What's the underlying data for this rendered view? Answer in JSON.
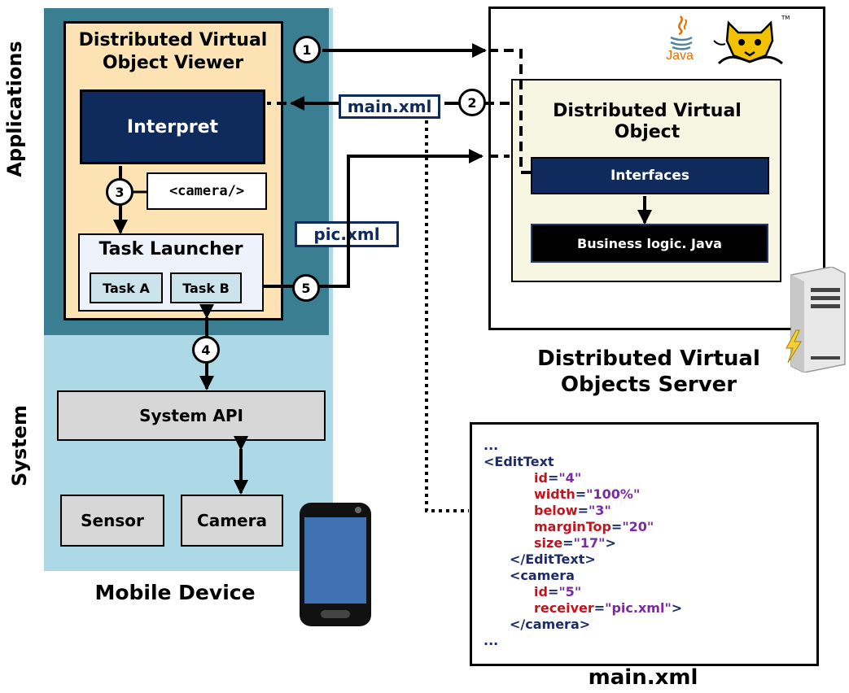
{
  "side_labels": {
    "applications": "Applications",
    "system": "System"
  },
  "mobile": {
    "viewer_title": "Distributed Virtual Object Viewer",
    "interpret": "Interpret",
    "camera_tag": "<camera/>",
    "task_launcher": "Task Launcher",
    "task_a": "Task A",
    "task_b": "Task B",
    "system_api": "System API",
    "sensor": "Sensor",
    "camera": "Camera",
    "label": "Mobile Device"
  },
  "server": {
    "java_logo_text": "Java",
    "dvo_title": "Distributed Virtual Object",
    "interfaces": "Interfaces",
    "business_logic": "Business logic.  Java",
    "label": "Distributed Virtual Objects Server"
  },
  "tags": {
    "main_xml": "main.xml",
    "pic_xml": "pic.xml"
  },
  "steps": [
    "1",
    "2",
    "3",
    "4",
    "5"
  ],
  "code": {
    "label": "main.xml",
    "lines": [
      [
        {
          "t": "...",
          "c": "tag"
        }
      ],
      [
        {
          "t": "<EditText",
          "c": "tag"
        }
      ],
      [
        {
          "t": "id",
          "c": "attr"
        },
        {
          "t": "=",
          "c": "tag"
        },
        {
          "t": "\"4\"",
          "c": "val"
        }
      ],
      [
        {
          "t": "width",
          "c": "attr"
        },
        {
          "t": "=",
          "c": "tag"
        },
        {
          "t": "\"100%\"",
          "c": "val"
        }
      ],
      [
        {
          "t": "below",
          "c": "attr"
        },
        {
          "t": "=",
          "c": "tag"
        },
        {
          "t": "\"3\"",
          "c": "val"
        }
      ],
      [
        {
          "t": "marginTop",
          "c": "attr"
        },
        {
          "t": "=",
          "c": "tag"
        },
        {
          "t": "\"20\"",
          "c": "val"
        }
      ],
      [
        {
          "t": "size",
          "c": "attr"
        },
        {
          "t": "=",
          "c": "tag"
        },
        {
          "t": "\"17\"",
          "c": "val"
        },
        {
          "t": ">",
          "c": "tag"
        }
      ],
      [
        {
          "t": "</EditText>",
          "c": "tag"
        }
      ],
      [
        {
          "t": "<camera",
          "c": "tag"
        }
      ],
      [
        {
          "t": "id",
          "c": "attr"
        },
        {
          "t": "=",
          "c": "tag"
        },
        {
          "t": "\"5\"",
          "c": "val"
        }
      ],
      [
        {
          "t": "receiver",
          "c": "attr"
        },
        {
          "t": "=",
          "c": "tag"
        },
        {
          "t": "\"pic.xml\"",
          "c": "val"
        },
        {
          "t": ">",
          "c": "tag"
        }
      ],
      [
        {
          "t": "</camera>",
          "c": "tag"
        }
      ],
      [
        {
          "t": "...",
          "c": "tag"
        }
      ]
    ]
  }
}
